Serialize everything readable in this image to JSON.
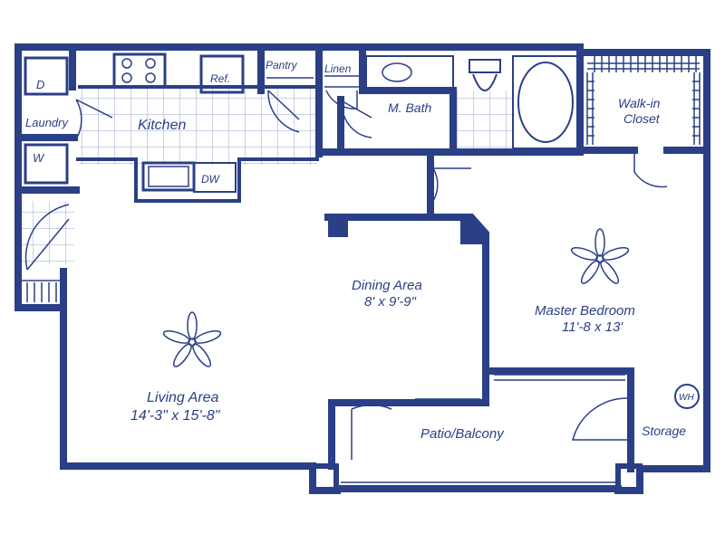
{
  "colors": {
    "ink": "#2a3f86",
    "tile": "#9aa6cf",
    "background": "#ffffff"
  },
  "rooms": {
    "dryer": "D",
    "washer": "W",
    "laundry": "Laundry",
    "kitchen": "Kitchen",
    "refrigerator": "Ref.",
    "pantry": "Pantry",
    "linen": "Linen",
    "master_bath": "M. Bath",
    "walk_in_closet_line1": "Walk-in",
    "walk_in_closet_line2": "Closet",
    "dishwasher": "DW",
    "dining_area": "Dining Area",
    "dining_dimensions": "8' x 9'-9\"",
    "master_bedroom": "Master Bedroom",
    "master_bedroom_dimensions": "11'-8 x 13'",
    "living_area": "Living Area",
    "living_dimensions": "14'-3\" x 15'-8\"",
    "patio": "Patio/Balcony",
    "storage": "Storage",
    "water_heater": "WH"
  },
  "icons": [
    "ceiling-fan-icon",
    "door-swing-icon",
    "bathtub-icon",
    "toilet-icon",
    "sink-icon",
    "stove-icon"
  ]
}
